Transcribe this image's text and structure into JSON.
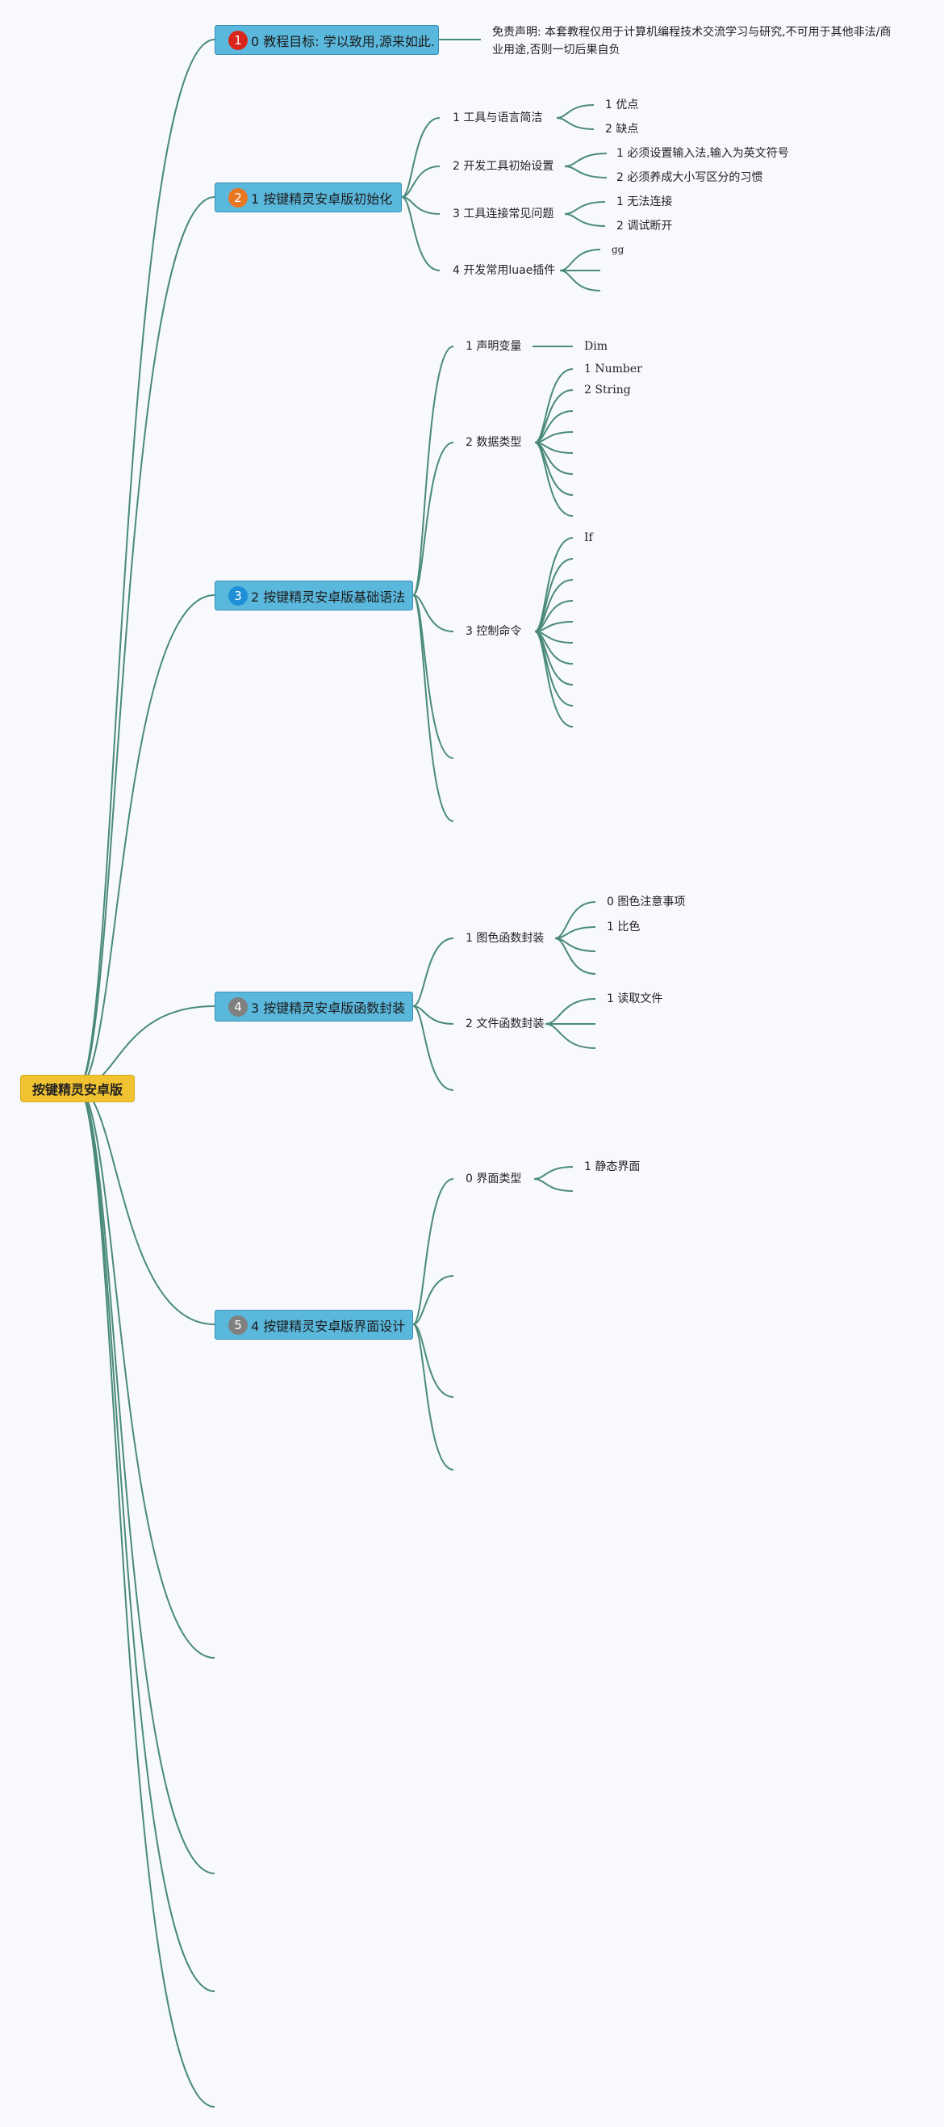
{
  "root": {
    "label": "按键精灵安卓版"
  },
  "colors": {
    "link": "#4a8a7a",
    "topic_bg": "#5bb8dd",
    "root_bg": "#f1c232"
  },
  "topics": [
    {
      "badge": "1",
      "badge_color": "#d9261c",
      "label": "0 教程目标: 学以致用,源来如此."
    },
    {
      "badge": "2",
      "badge_color": "#e87722",
      "label": "1 按键精灵安卓版初始化"
    },
    {
      "badge": "3",
      "badge_color": "#1e90d8",
      "label": "2 按键精灵安卓版基础语法"
    },
    {
      "badge": "4",
      "badge_color": "#808080",
      "label": "3 按键精灵安卓版函数封装"
    },
    {
      "badge": "5",
      "badge_color": "#808080",
      "label": "4 按键精灵安卓版界面设计"
    }
  ],
  "disclaimer": "免责声明: 本套教程仅用于计算机编程技术交流学习与研究,不可用于其他非法/商业用途,否则一切后果自负",
  "branch_init": [
    {
      "label": "1 工具与语言简洁",
      "children": [
        "1 优点",
        "2 缺点"
      ]
    },
    {
      "label": "2 开发工具初始设置",
      "children": [
        "1 必须设置输入法,输入为英文符号",
        "2 必须养成大小写区分的习惯"
      ]
    },
    {
      "label": "3 工具连接常见问题",
      "children": [
        "1 无法连接",
        "2 调试断开"
      ]
    },
    {
      "label": "4 开发常用luae插件",
      "children": [
        "gg"
      ]
    }
  ],
  "branch_syntax": [
    {
      "label": "1 声明变量",
      "children": [
        "Dim"
      ]
    },
    {
      "label": "2 数据类型",
      "children": [
        "1 Number",
        "2 String"
      ]
    },
    {
      "label": "3 控制命令",
      "children": [
        "If"
      ]
    }
  ],
  "branch_func": [
    {
      "label": "1 图色函数封装",
      "children": [
        "0 图色注意事项",
        "1 比色"
      ]
    },
    {
      "label": "2 文件函数封装",
      "children": [
        "1 读取文件"
      ]
    }
  ],
  "branch_ui": [
    {
      "label": "0 界面类型",
      "children": [
        "1 静态界面"
      ]
    }
  ]
}
